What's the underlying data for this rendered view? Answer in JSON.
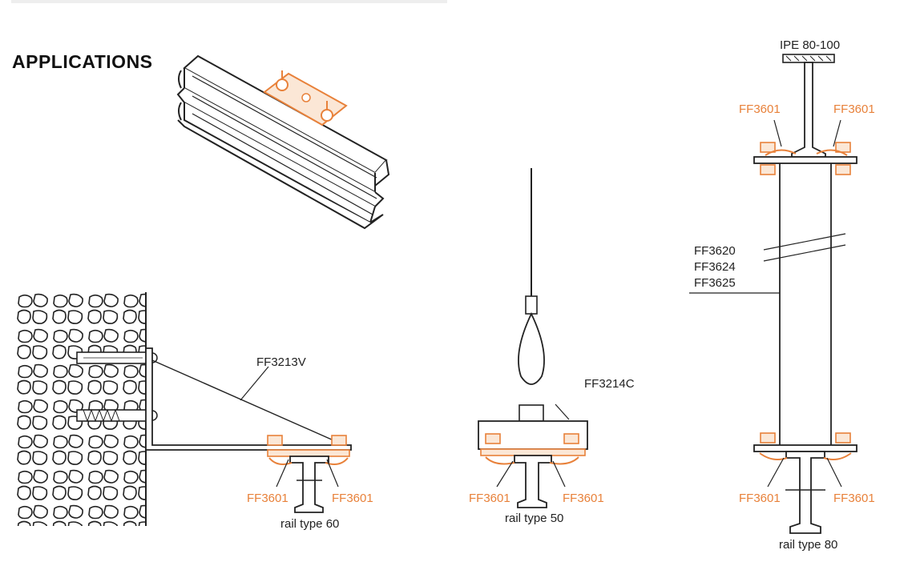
{
  "heading": "APPLICATIONS",
  "colors": {
    "accent": "#e8813a",
    "line": "#222222",
    "fill_light": "#f3f3f3"
  },
  "left_diagram": {
    "bracket_label": "FF3213V",
    "clip_label_left": "FF3601",
    "clip_label_right": "FF3601",
    "rail_label": "rail type 60"
  },
  "middle_diagram": {
    "hanger_label": "FF3214C",
    "clip_label_left": "FF3601",
    "clip_label_right": "FF3601",
    "rail_label": "rail type 50"
  },
  "right_diagram": {
    "beam_label": "IPE 80-100",
    "clip_label_top_left": "FF3601",
    "clip_label_top_right": "FF3601",
    "rod_label_1": "FF3620",
    "rod_label_2": "FF3624",
    "rod_label_3": "FF3625",
    "clip_label_bottom_left": "FF3601",
    "clip_label_bottom_right": "FF3601",
    "rail_label": "rail type 80"
  }
}
